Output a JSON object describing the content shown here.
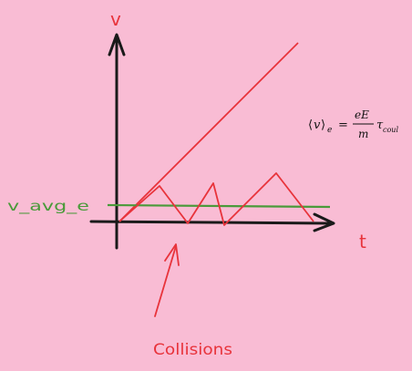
{
  "labels": {
    "y_axis": "v",
    "x_axis": "t",
    "avg_line": "v_avg_e",
    "collisions": "Collisions"
  },
  "formula": {
    "lhs_open": "⟨",
    "lhs_var": "v",
    "lhs_close": "⟩",
    "lhs_sub": "e",
    "equals": "=",
    "numerator": "eE",
    "denominator": "m",
    "tau": "τ",
    "tau_sub": "coul"
  },
  "colors": {
    "background": "#F9BCD4",
    "axes": "#1A1A1A",
    "red": "#E8333B",
    "green": "#4A9A3A",
    "formula": "#111111"
  }
}
